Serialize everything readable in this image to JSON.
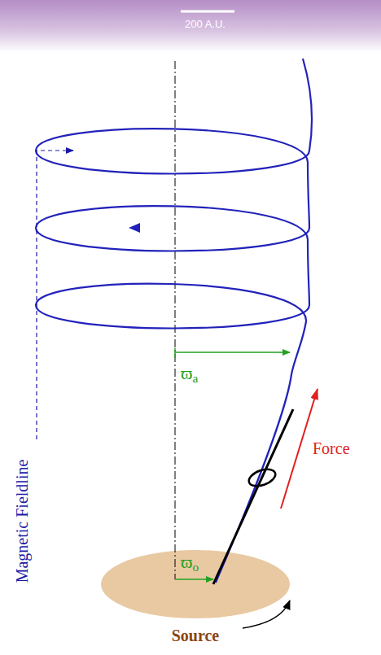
{
  "diagram": {
    "labels": [
      "200 A.U.",
      "Magnetic Fieldline",
      "ϖa",
      "ϖo",
      "Force",
      "Source"
    ]
  }
}
